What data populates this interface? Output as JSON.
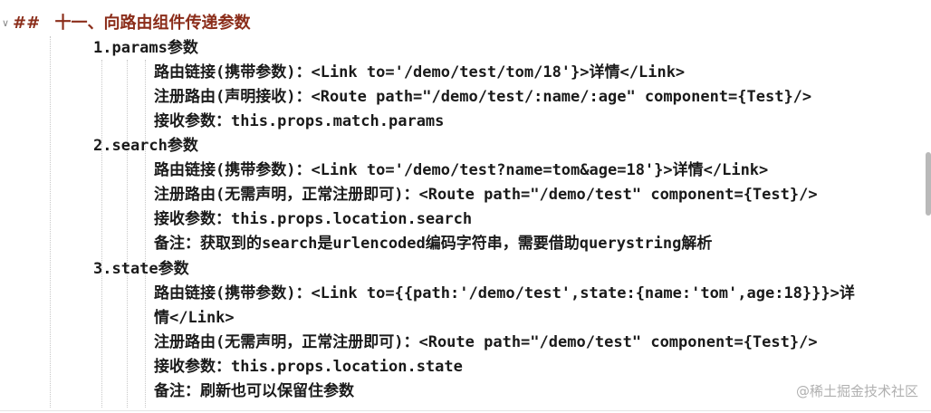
{
  "heading": {
    "hash": "##",
    "text": "十一、向路由组件传递参数"
  },
  "sections": [
    {
      "title": "1.params参数",
      "items": [
        "路由链接(携带参数)：<Link to='/demo/test/tom/18'}>详情</Link>",
        "注册路由(声明接收)：<Route path=\"/demo/test/:name/:age\" component={Test}/>",
        "接收参数：this.props.match.params"
      ]
    },
    {
      "title": "2.search参数",
      "items": [
        "路由链接(携带参数)：<Link to='/demo/test?name=tom&age=18'}>详情</Link>",
        "注册路由(无需声明，正常注册即可)：<Route path=\"/demo/test\" component={Test}/>",
        "接收参数：this.props.location.search",
        "备注：获取到的search是urlencoded编码字符串，需要借助querystring解析"
      ]
    },
    {
      "title": "3.state参数",
      "items": [
        "路由链接(携带参数)：<Link to={{path:'/demo/test',state:{name:'tom',age:18}}}>详",
        "情</Link>",
        "注册路由(无需声明，正常注册即可)：<Route path=\"/demo/test\" component={Test}/>",
        "接收参数：this.props.location.state",
        "备注：刷新也可以保留住参数"
      ]
    }
  ],
  "watermark": "@稀土掘金技术社区"
}
